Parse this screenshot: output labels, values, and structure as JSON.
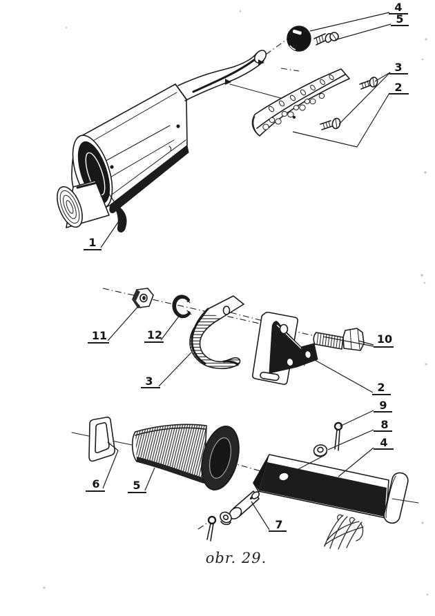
{
  "page": {
    "background": "#ffffff",
    "ink": "#1a1a1a"
  },
  "caption": "obr. 29.",
  "callouts": {
    "top": [
      "4",
      "5",
      "3",
      "2",
      "1"
    ],
    "middle": [
      "11",
      "12",
      "3",
      "10",
      "2"
    ],
    "bottom": [
      "9",
      "8",
      "4",
      "6",
      "5",
      "7"
    ]
  }
}
